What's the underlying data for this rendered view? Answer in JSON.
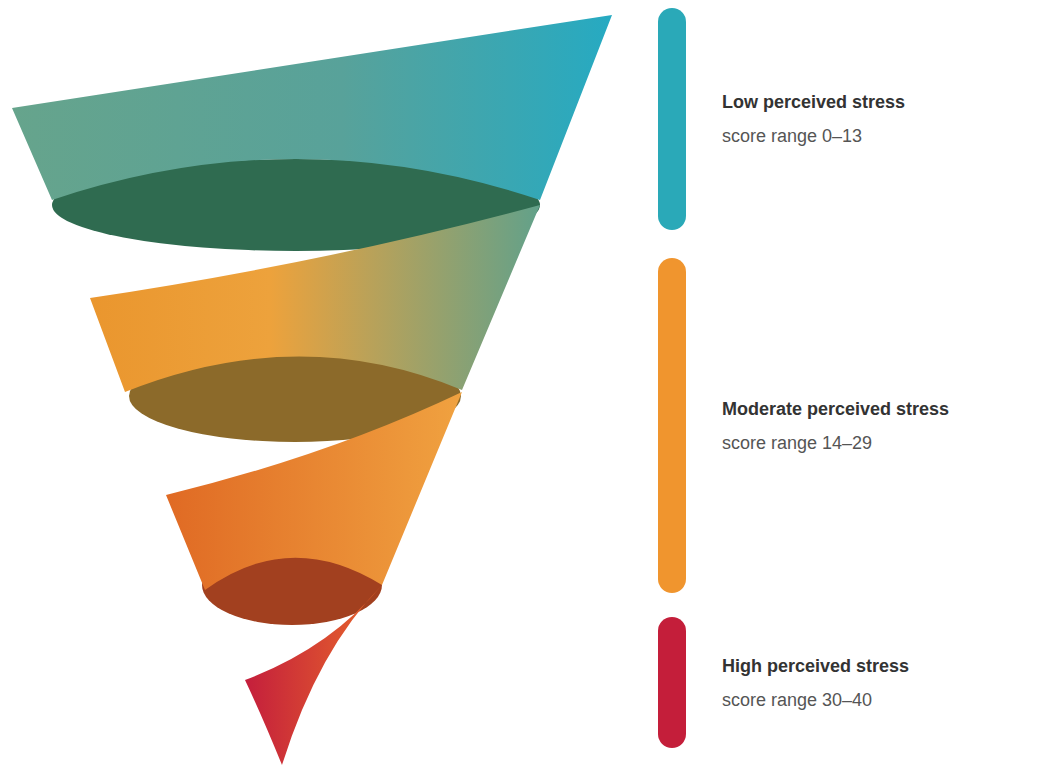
{
  "diagram": {
    "nodes": [
      {
        "text": [
          "Low perceived stress",
          "score range 0–13"
        ]
      },
      {
        "text": [
          "Moderate perceived stress",
          "score range 14–29"
        ]
      },
      {
        "text": [
          "High perceived stress",
          "score range 30–40"
        ]
      }
    ]
  }
}
